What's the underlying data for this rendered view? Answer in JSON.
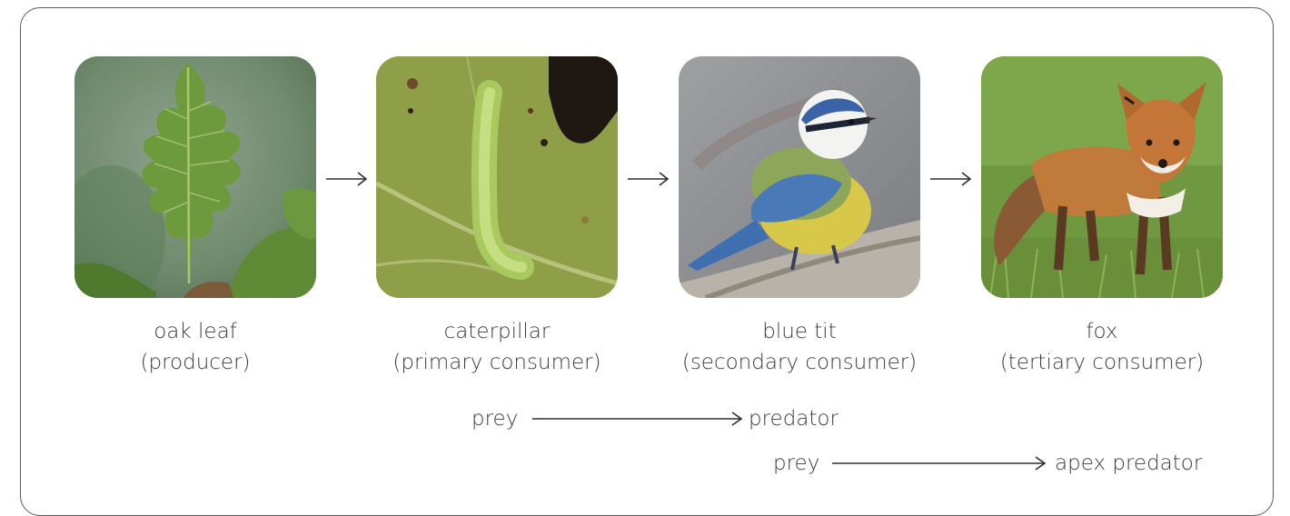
{
  "stages": [
    {
      "name": "oak leaf",
      "role": "(producer)",
      "image": "oak-leaf-photo"
    },
    {
      "name": "caterpillar",
      "role": "(primary consumer)",
      "image": "caterpillar-photo"
    },
    {
      "name": "blue tit",
      "role": "(secondary consumer)",
      "image": "blue-tit-photo"
    },
    {
      "name": "fox",
      "role": "(tertiary consumer)",
      "image": "fox-photo"
    }
  ],
  "relations": [
    {
      "from": "prey",
      "to": "predator"
    },
    {
      "from": "prey",
      "to": "apex predator"
    }
  ],
  "colors": {
    "frame": "#5a5a5a",
    "text": "#3d3d3d",
    "arrow": "#2e2e2e"
  }
}
